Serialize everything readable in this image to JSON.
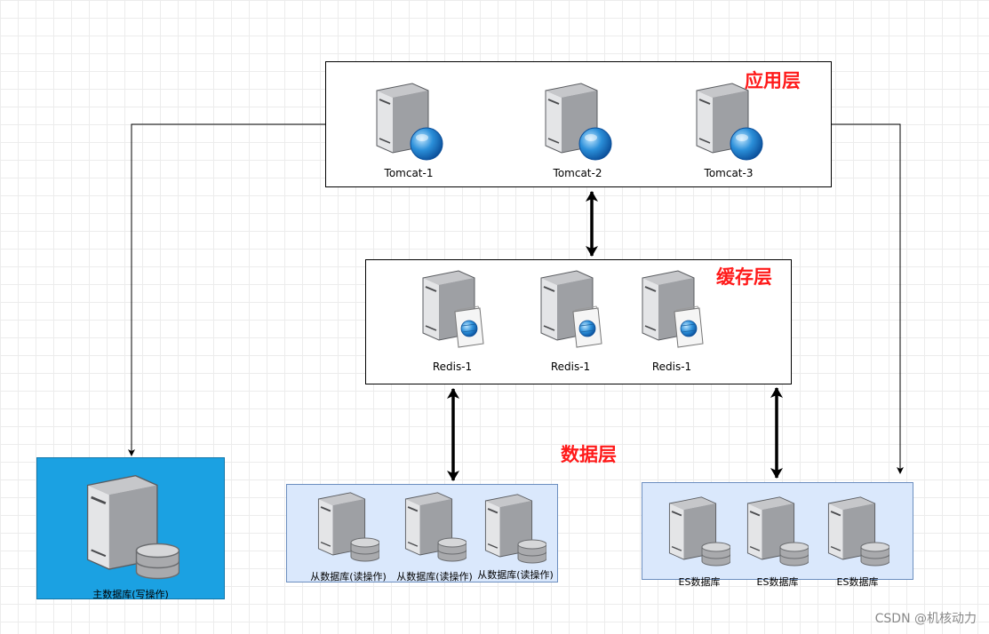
{
  "layers": {
    "app": {
      "title": "应用层",
      "nodes": [
        "Tomcat-1",
        "Tomcat-2",
        "Tomcat-3"
      ]
    },
    "cache": {
      "title": "缓存层",
      "nodes": [
        "Redis-1",
        "Redis-1",
        "Redis-1"
      ]
    },
    "data": {
      "title": "数据层",
      "master": {
        "label": "主数据库(写操作)"
      },
      "slaves": [
        "从数据库(读操作)",
        "从数据库(读操作)",
        "从数据库(读操作)"
      ],
      "es": [
        "ES数据库",
        "ES数据库",
        "ES数据库"
      ]
    }
  },
  "icons": {
    "app_node": "web-server-globe-icon",
    "cache_node": "cache-server-document-icon",
    "db_node": "database-server-icon"
  },
  "colors": {
    "layer_title": "#ff1a1a",
    "master_fill": "#1ba1e2",
    "group_fill": "#dae8fc",
    "group_border": "#6c8ebf"
  },
  "watermark": "CSDN @机核动力"
}
